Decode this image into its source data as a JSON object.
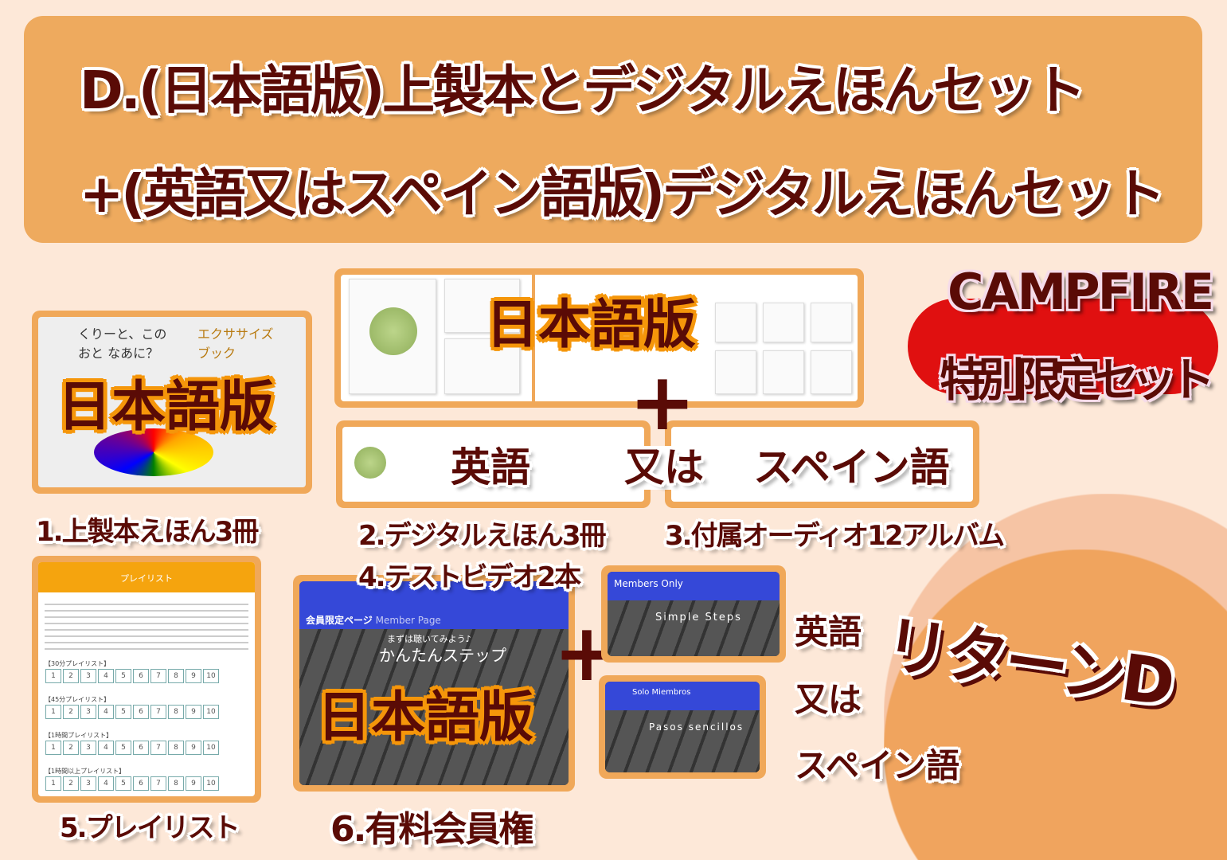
{
  "title": {
    "line1": "D.(日本語版)上製本とデジタルえほんセット",
    "line2": "+(英語又はスペイン語版)デジタルえほんセット"
  },
  "badge": {
    "line1": "CAMPFIRE",
    "line2": "特別限定セット"
  },
  "overlays": {
    "japanese": "日本語版",
    "english": "英語",
    "or": "又は",
    "spanish": "スペイン語",
    "plus": "+"
  },
  "items": {
    "item1": "1.上製本えほん3冊",
    "item2": "2.デジタルえほん3冊",
    "item3": "3.付属オーディオ12アルバム",
    "item4": "4.テストビデオ2本",
    "item5": "5.プレイリスト",
    "item6": "6.有料会員権"
  },
  "book_cover": {
    "title": "くりーと、このおと なあに？",
    "exercise": "エクササイズブック"
  },
  "playlist": {
    "header": "プレイリスト",
    "sections": [
      "【30分プレイリスト】",
      "【45分プレイリスト】",
      "【1時間プレイリスト】",
      "【1時間以上プレイリスト】"
    ],
    "buttons": [
      "1",
      "2",
      "3",
      "4",
      "5",
      "6",
      "7",
      "8",
      "9",
      "10"
    ]
  },
  "member_jp": {
    "header": "会員限定ページ",
    "sub": "Member Page",
    "kicker": "まずは聴いてみよう♪",
    "heading": "かんたんステップ"
  },
  "member_en": {
    "header": "Members Only",
    "heading": "Simple Steps"
  },
  "member_es": {
    "header": "Solo Miembros",
    "heading": "Pasos sencillos"
  },
  "side": {
    "english": "英語",
    "or": "又は",
    "spanish": "スペイン語"
  },
  "return_label": "リターンD",
  "colors": {
    "background": "#fde8d8",
    "banner": "#eeaa5e",
    "text": "#5a0b06",
    "accent": "#f5960a",
    "member_blue": "#3548d8",
    "badge_red": "#e01010"
  }
}
